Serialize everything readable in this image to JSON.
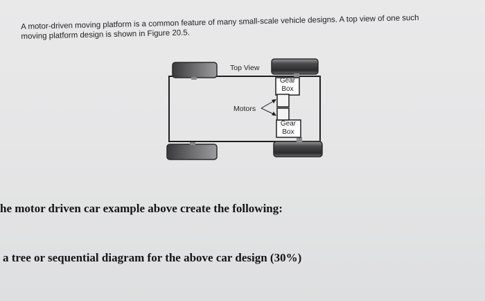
{
  "intro": {
    "line1": "A motor-driven moving platform is a common feature of many small-scale vehicle designs. A top view of one such",
    "line2": "moving platform design is shown in Figure 20.5."
  },
  "figure": {
    "top_view_label": "Top View",
    "motors_label": "Motors",
    "gearbox_top": [
      "Gear",
      "Box"
    ],
    "gearbox_bottom": [
      "Gear",
      "Box"
    ]
  },
  "questions": {
    "line1": "he motor driven car example above create the following:",
    "line2": "a tree or sequential diagram for the above car design (30%)"
  }
}
